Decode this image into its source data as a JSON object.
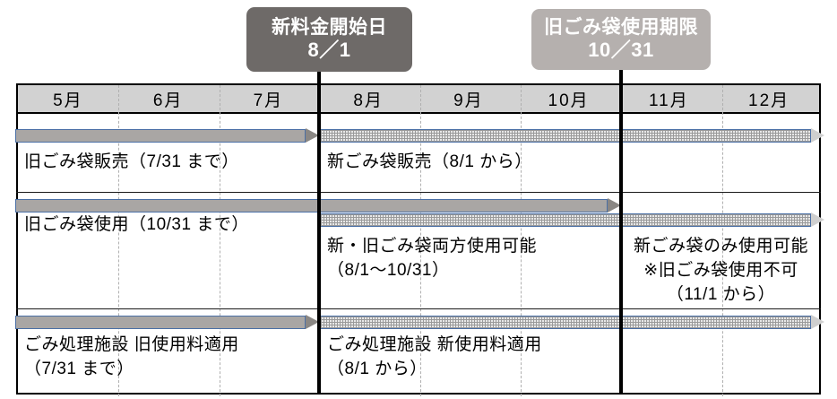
{
  "callouts": [
    {
      "id": "new-fee",
      "title": "新料金開始日",
      "date": "8／1",
      "color": "#6e6a68"
    },
    {
      "id": "old-bag",
      "title": "旧ごみ袋使用期限",
      "date": "10／31",
      "color": "#b5b0ae"
    }
  ],
  "timeline": {
    "months": [
      "5月",
      "6月",
      "7月",
      "8月",
      "9月",
      "10月",
      "11月",
      "12月"
    ],
    "marker_dates": [
      "8/1",
      "10/31"
    ],
    "header_bg": "#d2d2d2",
    "bar_solid_color": "#a9a6a4",
    "bar_outline_color": "#4a6fa5"
  },
  "rows": [
    {
      "id": "sale",
      "bars": [
        {
          "id": "sale-old",
          "style": "solid",
          "from": "5月",
          "to": "7/31"
        },
        {
          "id": "sale-new",
          "style": "dotted",
          "from": "8/1",
          "to": "12月"
        }
      ],
      "labels": {
        "old": "旧ごみ袋販売（7/31 まで）",
        "new": "新ごみ袋販売（8/1 から）"
      }
    },
    {
      "id": "use",
      "bars": [
        {
          "id": "use-old",
          "style": "solid",
          "from": "5月",
          "to": "10/31"
        },
        {
          "id": "use-new",
          "style": "dotted",
          "from": "8/1",
          "to": "12月"
        }
      ],
      "labels": {
        "old": "旧ごみ袋使用（10/31 まで）",
        "both": "新・旧ごみ袋両方使用可能\n（8/1～10/31）",
        "only_new": "新ごみ袋のみ使用可能\n※旧ごみ袋使用不可\n（11/1 から）"
      }
    },
    {
      "id": "fee",
      "bars": [
        {
          "id": "fee-old",
          "style": "solid",
          "from": "5月",
          "to": "7/31"
        },
        {
          "id": "fee-new",
          "style": "dotted",
          "from": "8/1",
          "to": "12月"
        }
      ],
      "labels": {
        "old": "ごみ処理施設 旧使用料適用\n（7/31 まで）",
        "new": "ごみ処理施設 新使用料適用\n（8/1 から）"
      }
    }
  ]
}
